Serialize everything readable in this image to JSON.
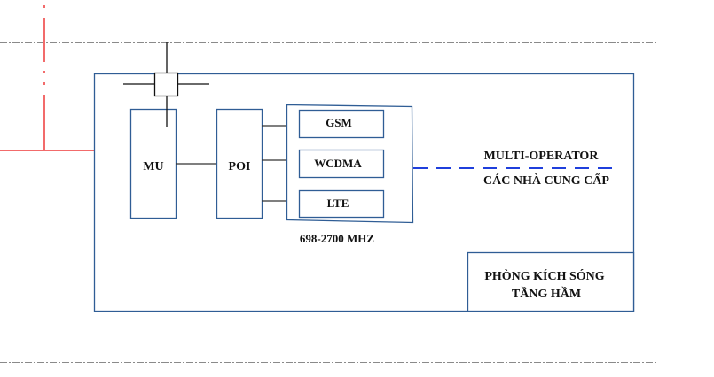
{
  "diagram": {
    "blocks": {
      "mu": "MU",
      "poi": "POI",
      "gsm": "GSM",
      "wcdma": "WCDMA",
      "lte": "LTE"
    },
    "frequency_label": "698-2700 MHZ",
    "operator_label_1": "MULTI-OPERATOR",
    "operator_label_2": "CÁC NHÀ CUNG CẤP",
    "room_label_1": "PHÒNG KÍCH SÓNG",
    "room_label_2": "TẦNG HẦM"
  },
  "colors": {
    "box_border": "#2f5d95",
    "red_line": "#f26b6b",
    "blue_dash": "#1f3fdc",
    "gray_dash": "#8a8a8a",
    "connector": "#333333"
  }
}
